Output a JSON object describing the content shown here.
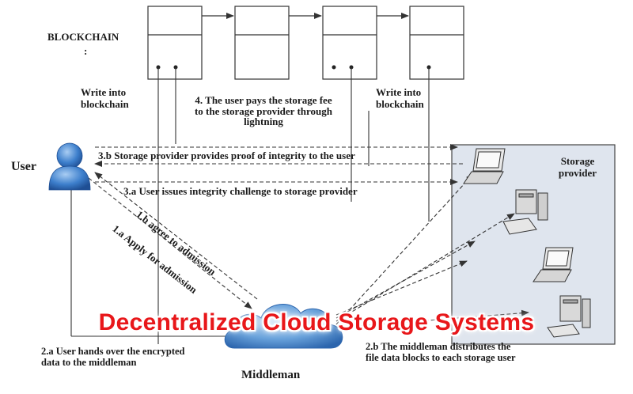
{
  "labels": {
    "blockchain": "BLOCKCHAIN",
    "colon": ":",
    "write_left": "Write into\nblockchain",
    "write_right": "Write into\nblockchain",
    "user": "User",
    "storage_provider": "Storage\nprovider",
    "middleman": "Middleman"
  },
  "arrows": {
    "step_4": "4. The user pays the storage fee\nto the storage provider through\nlightning",
    "step_3b": "3.b Storage provider provides proof of integrity to the user",
    "step_3a": "3.a User issues integrity challenge to storage provider",
    "step_1b": "1.b agree to admission",
    "step_1a": "1.a Apply for admission",
    "step_2a": "2.a User hands over the encrypted\ndata to the middleman",
    "step_2b": "2.b The middleman distributes the\nfile data blocks to each storage user"
  },
  "caption": "Decentralized Cloud Storage Systems",
  "colors": {
    "caption": "#e8171a",
    "provider_fill": "#dfe5ee",
    "user_icon": "#3a78c9",
    "line": "#333333"
  }
}
